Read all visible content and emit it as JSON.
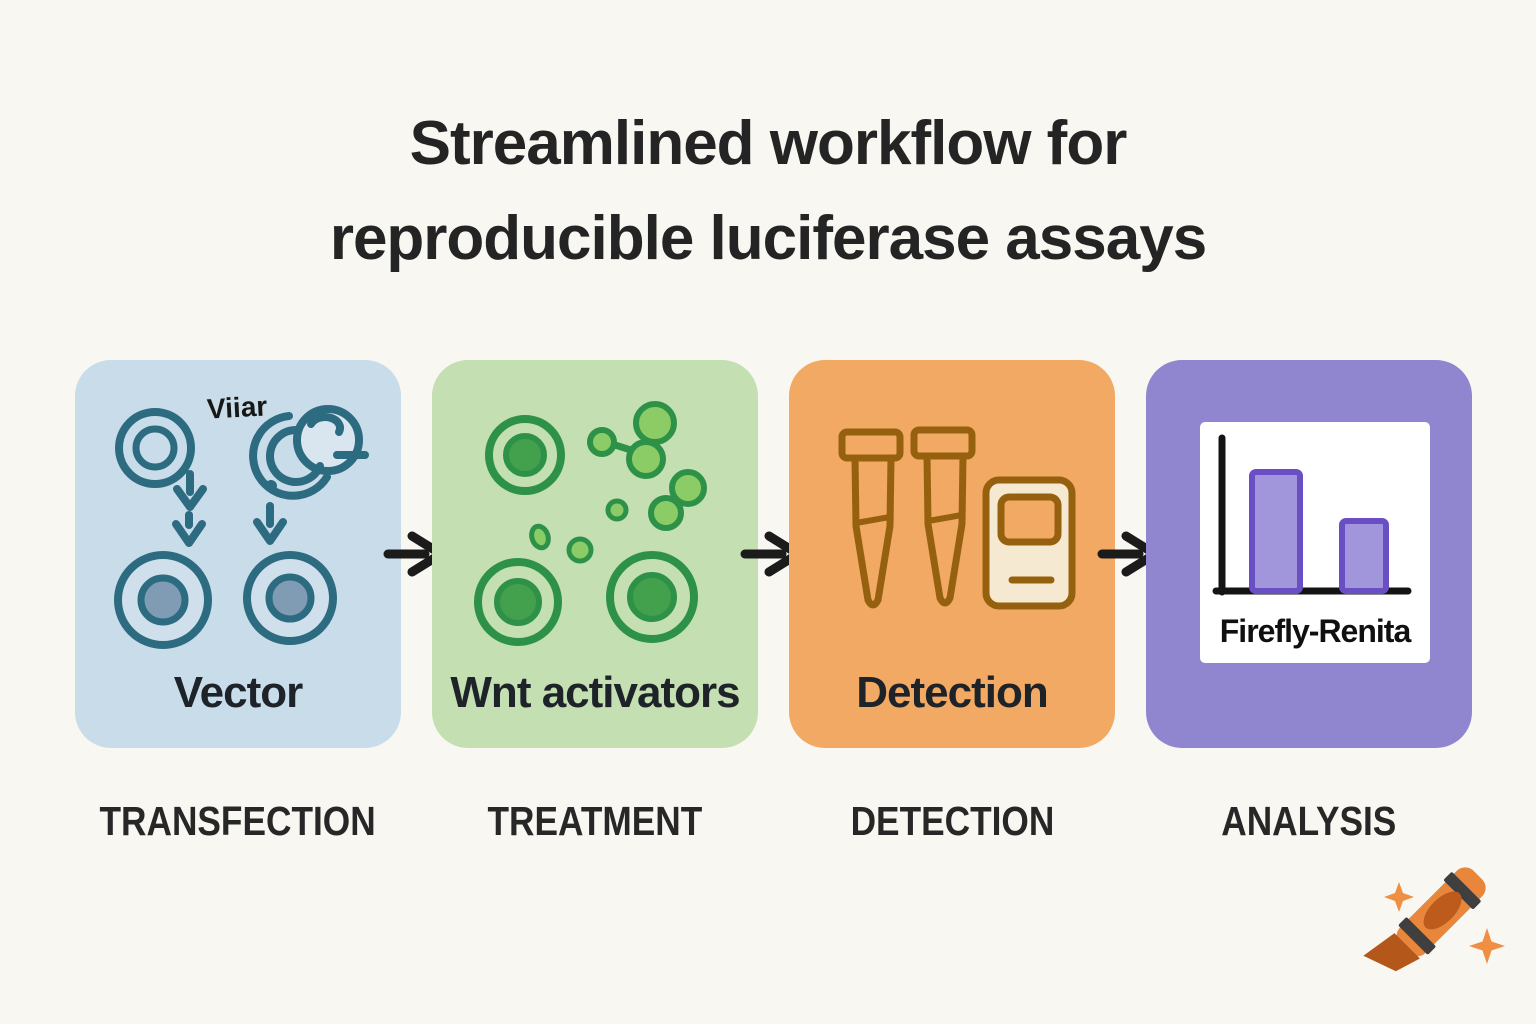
{
  "title": {
    "line1": "Streamlined workflow for",
    "line2": "reproducible luciferase assays"
  },
  "steps": [
    {
      "stage_label": "TRANSFECTION",
      "caption": "Vector",
      "annotation": "Viiar",
      "icons": [
        "cell-icon",
        "plasmid-icon",
        "down-arrow-icon",
        "dashed-down-arrow-icon",
        "transfected-cell-icon"
      ]
    },
    {
      "stage_label": "TREATMENT",
      "caption": "Wnt activators",
      "icons": [
        "cell-icon",
        "activator-blob-icon"
      ]
    },
    {
      "stage_label": "DETECTION",
      "caption": "Detection",
      "icons": [
        "microtube-icon",
        "luminometer-icon"
      ]
    },
    {
      "stage_label": "ANALYSIS",
      "caption": "Firefly-Renita",
      "icons": [
        "bar-chart-icon"
      ],
      "chart": {
        "type": "bar",
        "bars": [
          {
            "name": "left-bar",
            "relative_height": 119
          },
          {
            "name": "right-bar",
            "relative_height": 70
          }
        ],
        "label": "Firefly-Renita",
        "axes": "unlabeled"
      }
    }
  ],
  "flow": {
    "arrow_icon": "right-arrow-icon",
    "arrow_count": 3
  },
  "logo": {
    "icon": "crayon-icon",
    "sparkle_count": 2
  },
  "colors": {
    "page-bg": "#f8f7f2",
    "title-text": "#242424",
    "label-text": "#272727",
    "arrow": "#1b1b1b",
    "panel-transfection": "#c9dcea",
    "panel-treatment": "#c4dfb2",
    "panel-detection": "#f1a963",
    "panel-analysis": "#9086d0",
    "teal-outline": "#2d6b80",
    "teal-nucleus": "#7f9cb4",
    "cell-fill-blue": "#cfe0ec",
    "green-outline": "#2e9148",
    "green-blob": "#8bcc66",
    "green-nucleus": "#43a04c",
    "brown-outline": "#96610e",
    "device-cream": "#f6e9d2",
    "chart-card": "#ffffff",
    "chart-axis": "#141414",
    "bar-fill": "#a195dc",
    "bar-stroke": "#6a4fc4",
    "crayon-orange": "#e8873c",
    "crayon-dark-orange": "#bc5b1c",
    "crayon-tip": "#b4571b",
    "crayon-stripe": "#3f3f3f",
    "sparkle": "#ef8f44"
  }
}
